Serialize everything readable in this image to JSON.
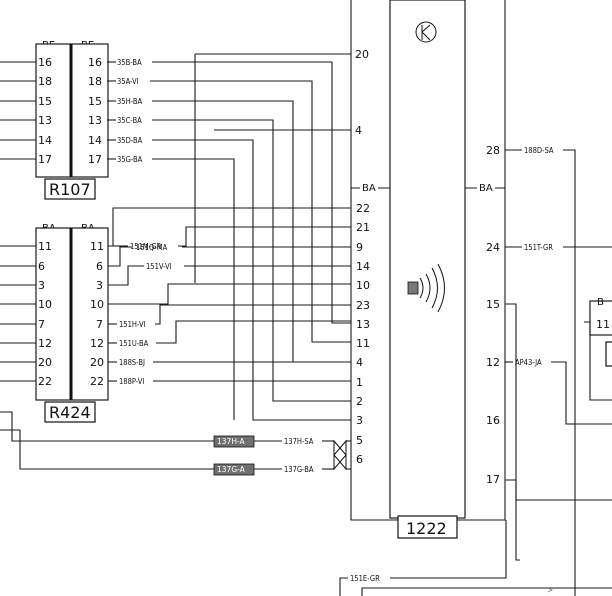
{
  "connectors": {
    "r107": {
      "name": "R107",
      "header_left": "BE",
      "header_right": "BE",
      "pins": [
        {
          "left": "16",
          "right": "16",
          "wire": "35B-BA"
        },
        {
          "left": "18",
          "right": "18",
          "wire": "35A-VI"
        },
        {
          "left": "15",
          "right": "15",
          "wire": "35H-BA"
        },
        {
          "left": "13",
          "right": "13",
          "wire": "35C-BA"
        },
        {
          "left": "14",
          "right": "14",
          "wire": "35D-BA"
        },
        {
          "left": "17",
          "right": "17",
          "wire": "35G-BA"
        }
      ]
    },
    "r424": {
      "name": "R424",
      "header_left": "BA",
      "header_right": "BA",
      "pins": [
        {
          "left": "11",
          "right": "11",
          "wire": "151M-GR"
        },
        {
          "left": "6",
          "right": "6",
          "wire": "151Q-MA"
        },
        {
          "left": "3",
          "right": "3",
          "wire": "151V-VI"
        },
        {
          "left": "10",
          "right": "10",
          "wire": ""
        },
        {
          "left": "7",
          "right": "7",
          "wire": "151H-VI"
        },
        {
          "left": "12",
          "right": "12",
          "wire": "151U-BA"
        },
        {
          "left": "20",
          "right": "20",
          "wire": "188S-BJ"
        },
        {
          "left": "22",
          "right": "22",
          "wire": "188P-VI"
        }
      ]
    }
  },
  "module": {
    "name": "1222",
    "left_header": "BA",
    "right_header": "BA",
    "top_pins": [
      "20",
      "4"
    ],
    "left_pins": [
      "22",
      "21",
      "9",
      "14",
      "10",
      "23",
      "13",
      "11",
      "4",
      "1",
      "2",
      "3",
      "5",
      "6"
    ],
    "right_pins": [
      "28",
      "24",
      "15",
      "12",
      "16",
      "17"
    ],
    "right_wires": [
      "188D-SA",
      "151T-GR",
      "",
      "AP43-JA",
      "",
      ""
    ]
  },
  "antennas": [
    {
      "tag": "137H-A",
      "wire": "137H-SA"
    },
    {
      "tag": "137G-A",
      "wire": "137G-BA"
    }
  ],
  "partial": {
    "header": "B",
    "pin": "11"
  },
  "bottom_wire": "151E-GR",
  "icons": [
    "key-transponder-icon",
    "wireless-signal-icon",
    "antenna-coil-icon"
  ]
}
